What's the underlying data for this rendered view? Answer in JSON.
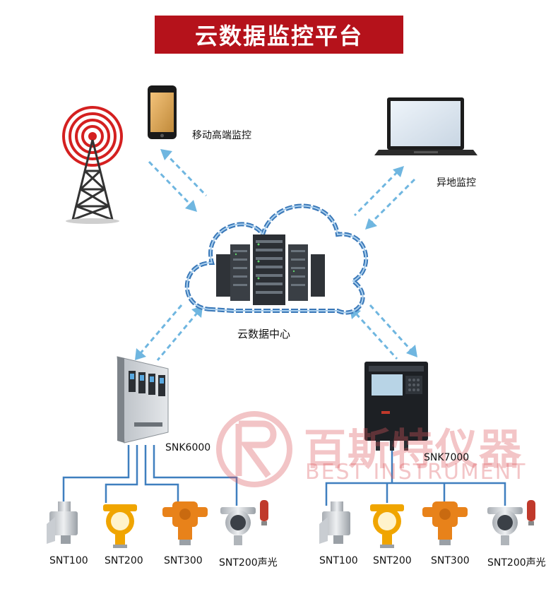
{
  "title": "云数据监控平台",
  "nodes": {
    "mobile": "移动高端监控",
    "remote": "异地监控",
    "cloud": "云数据中心",
    "controller_left": "SNK6000",
    "controller_right": "SNK7000"
  },
  "sensors_left": [
    "SNT100",
    "SNT200",
    "SNT300",
    "SNT200声光"
  ],
  "sensors_right": [
    "SNT100",
    "SNT200",
    "SNT300",
    "SNT200声光"
  ],
  "watermark": {
    "cn": "百斯特仪器",
    "en": "BEST INSTRUMENT"
  },
  "colors": {
    "title_bg": "#b5121b",
    "signal_red": "#d42020",
    "arrow_blue": "#6fb6e0",
    "wire_blue": "#3f7fbf",
    "sensor_yellow": "#f0a500",
    "sensor_orange": "#e8821a",
    "watermark": "#dc5a5f"
  }
}
